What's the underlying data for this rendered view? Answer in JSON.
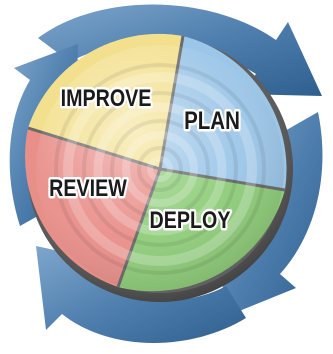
{
  "diagram": {
    "quadrants": [
      {
        "id": "improve",
        "label": "IMPROVE",
        "color": "#f3e08e"
      },
      {
        "id": "plan",
        "label": "PLAN",
        "color": "#9cc6e8"
      },
      {
        "id": "deploy",
        "label": "DEPLOY",
        "color": "#8fcd7a"
      },
      {
        "id": "review",
        "label": "REVIEW",
        "color": "#e98f8a"
      }
    ],
    "arrow_color": "#4f7fae",
    "rim_color": "#5b5b5b",
    "cycle_direction": "clockwise"
  }
}
